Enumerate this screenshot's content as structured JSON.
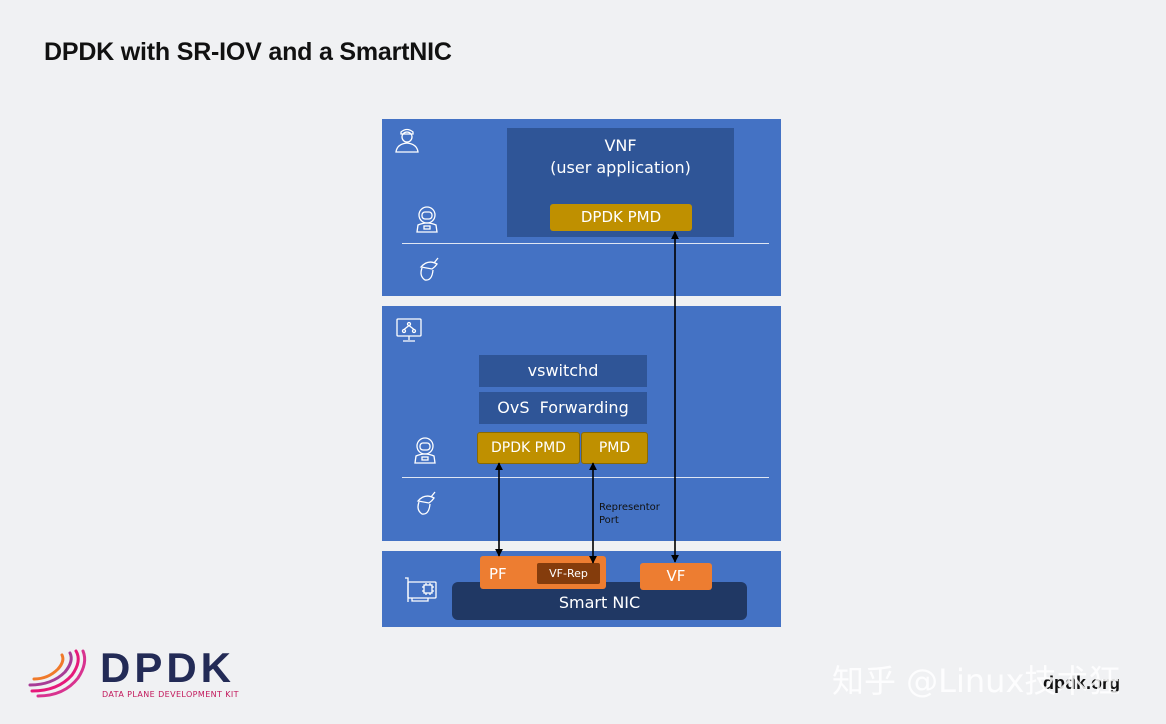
{
  "title": "DPDK with SR-IOV and a SmartNIC",
  "vm": {
    "vnf_line1": "VNF",
    "vnf_line2": "(user application)",
    "pmd": "DPDK PMD"
  },
  "host": {
    "vswitchd": "vswitchd",
    "ovs_forwarding": "OvS  Forwarding",
    "dpdk_pmd": "DPDK PMD",
    "pmd": "PMD",
    "representor_line1": "Representor",
    "representor_line2": "Port"
  },
  "nic": {
    "pf": "PF",
    "vf_rep": "VF-Rep",
    "vf": "VF",
    "smart_nic": "Smart NIC"
  },
  "logo": {
    "name": "DPDK",
    "tagline": "DATA PLANE DEVELOPMENT KIT"
  },
  "watermark": "知乎 @Linux技术狂",
  "site": "dpdk.org",
  "icons": [
    "user-icon",
    "astronaut-icon",
    "acorn-icon",
    "monitor-network-icon",
    "nic-card-icon"
  ],
  "colors": {
    "panel": "#4472c4",
    "inner_box": "#2f5597",
    "pmd_gold": "#bf9000",
    "nic_orange": "#ed7d31",
    "smart_nic_navy": "#203864"
  }
}
